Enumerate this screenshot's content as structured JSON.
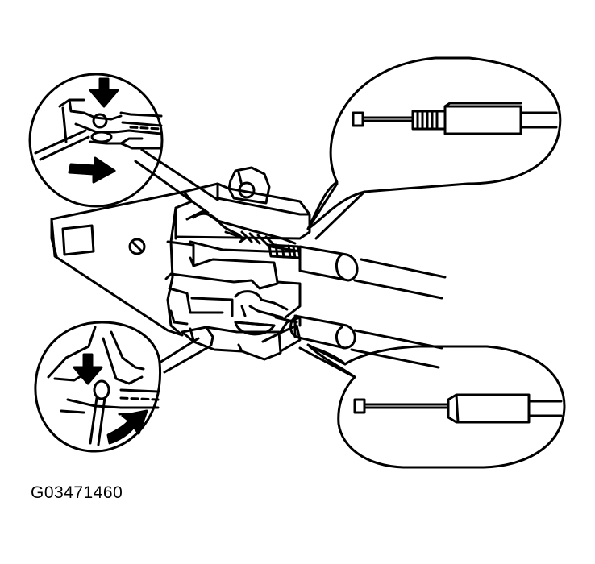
{
  "figure": {
    "code": "G03471460",
    "ink_color": "#000000",
    "paper_color": "#ffffff",
    "callouts": [
      {
        "name": "top-left-detail",
        "depicts": "down-arrow-and-right-arrow"
      },
      {
        "name": "top-right-detail",
        "depicts": "cable-end-with-threaded-housing"
      },
      {
        "name": "bottom-left-detail",
        "depicts": "down-arrow-and-curved-right-arrow"
      },
      {
        "name": "bottom-right-detail",
        "depicts": "cable-end-with-housing"
      }
    ]
  }
}
